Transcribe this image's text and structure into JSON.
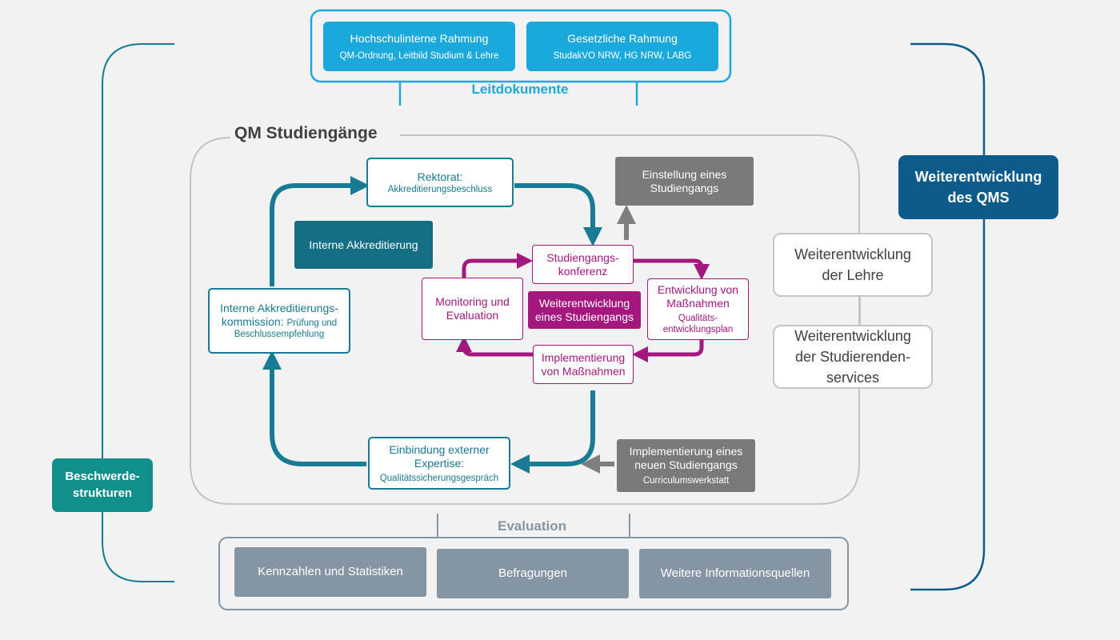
{
  "leitdokumente": {
    "title": "Leitdokumente",
    "hochschul": {
      "title": "Hochschulinterne Rahmung",
      "subtitle": "QM-Ordnung, Leitbild Studium & Lehre"
    },
    "gesetz": {
      "title": "Gesetzliche Rahmung",
      "subtitle": "StudakVO NRW, HG NRW, LABG"
    }
  },
  "qm": {
    "title": "QM Studiengänge",
    "rektorat": {
      "title": "Rektorat:",
      "subtitle": "Akkreditierungsbeschluss"
    },
    "interne_akkreditierung": "Interne Akkreditierung",
    "kommission": {
      "line1": "Interne Akkreditierungs-",
      "line2": "kommission:",
      "line2_small": "Prüfung und",
      "line3": "Beschlussempfehlung"
    },
    "einbindung": {
      "line1": "Einbindung externer",
      "line2": "Expertise:",
      "subtitle": "Qualitätssicherungsgespräch"
    },
    "einstellung": {
      "line1": "Einstellung eines",
      "line2": "Studiengangs"
    },
    "implementierung_neu": {
      "line1": "Implementierung eines",
      "line2": "neuen Studiengangs",
      "subtitle": "Curriculumswerkstatt"
    },
    "cycle": {
      "konferenz": {
        "line1": "Studiengangs-",
        "line2": "konferenz"
      },
      "entwicklung": {
        "line1": "Entwicklung von",
        "line2": "Maßnahmen",
        "sub1": "Qualitäts-",
        "sub2": "entwicklungsplan"
      },
      "implementierung": {
        "line1": "Implementierung",
        "line2": "von Maßnahmen"
      },
      "monitoring": {
        "line1": "Monitoring und",
        "line2": "Evaluation"
      },
      "center": {
        "line1": "Weiterentwicklung",
        "line2": "eines Studiengangs"
      }
    }
  },
  "right": {
    "qms": {
      "line1": "Weiterentwicklung",
      "line2": "des QMS"
    },
    "lehre": {
      "line1": "Weiterentwicklung",
      "line2": "der Lehre"
    },
    "services": {
      "line1": "Weiterentwicklung",
      "line2": "der Studierenden-",
      "line3": "services"
    }
  },
  "beschwerde": {
    "line1": "Beschwerde-",
    "line2": "strukturen"
  },
  "evaluation": {
    "title": "Evaluation",
    "items": [
      "Kennzahlen und Statistiken",
      "Befragungen",
      "Weitere Informationsquellen"
    ]
  },
  "colors": {
    "teal": "#177b93",
    "magenta": "#a3177e",
    "blue": "#1ba9dc",
    "navy": "#0d5b8a",
    "gray": "#7a7a7a",
    "slate": "#8595a3"
  }
}
